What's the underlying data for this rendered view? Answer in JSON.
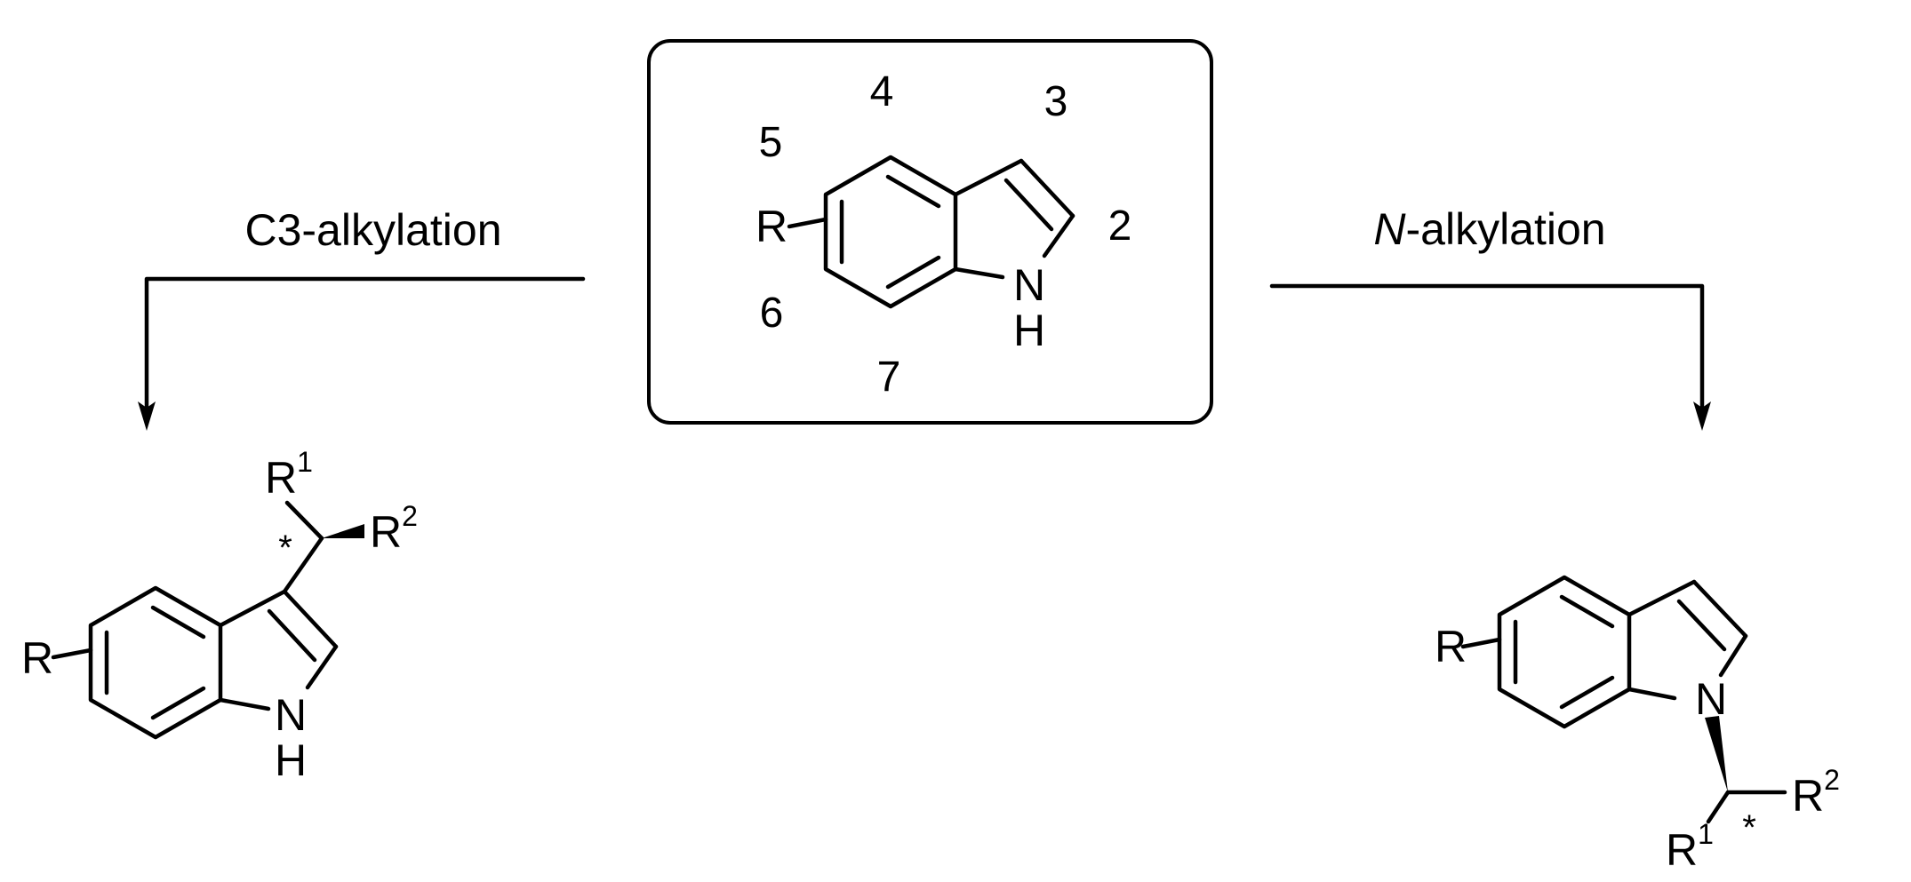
{
  "center": {
    "substituent": "R",
    "nh": {
      "n": "N",
      "h": "H"
    },
    "positions": {
      "p2": "2",
      "p3": "3",
      "p4": "4",
      "p5": "5",
      "p6": "6",
      "p7": "7"
    }
  },
  "left": {
    "label_text": "C3-alkylation",
    "product": {
      "substituent": "R",
      "nh": {
        "n": "N",
        "h": "H"
      },
      "r1": {
        "base": "R",
        "sup": "1"
      },
      "r2": {
        "base": "R",
        "sup": "2"
      },
      "stereo": "*"
    }
  },
  "right": {
    "label_italic": "N",
    "label_rest": "-alkylation",
    "product": {
      "substituent": "R",
      "n": "N",
      "r1": {
        "base": "R",
        "sup": "1"
      },
      "r2": {
        "base": "R",
        "sup": "2"
      },
      "stereo": "*"
    }
  }
}
